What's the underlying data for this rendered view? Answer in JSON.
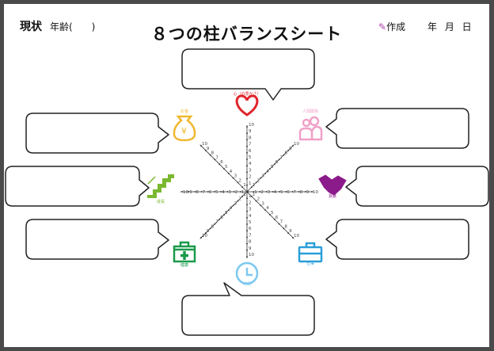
{
  "header": {
    "status": "現状",
    "age_label": "年齢(　　)",
    "title": "８つの柱バランスシート",
    "created_label": "作成",
    "date_label": "年 月 日"
  },
  "pillars": [
    {
      "label": "心（の豊かさ）",
      "icon": "heart-icon",
      "color": "#e0252b"
    },
    {
      "label": "人間関係",
      "icon": "people-icon",
      "color": "#f0a0c8"
    },
    {
      "label": "貢献",
      "icon": "handshake-icon",
      "color": "#8b1a8b"
    },
    {
      "label": "仕事",
      "icon": "briefcase-icon",
      "color": "#2a9fd8"
    },
    {
      "label": "時間",
      "icon": "clock-icon",
      "color": "#7cc8f0"
    },
    {
      "label": "健康",
      "icon": "medkit-icon",
      "color": "#1a9a4a"
    },
    {
      "label": "成長",
      "icon": "stairs-icon",
      "color": "#7ab830"
    },
    {
      "label": "お金",
      "icon": "moneybag-icon",
      "color": "#f0b830"
    }
  ],
  "scale": {
    "max": 10,
    "center_label": "0"
  }
}
